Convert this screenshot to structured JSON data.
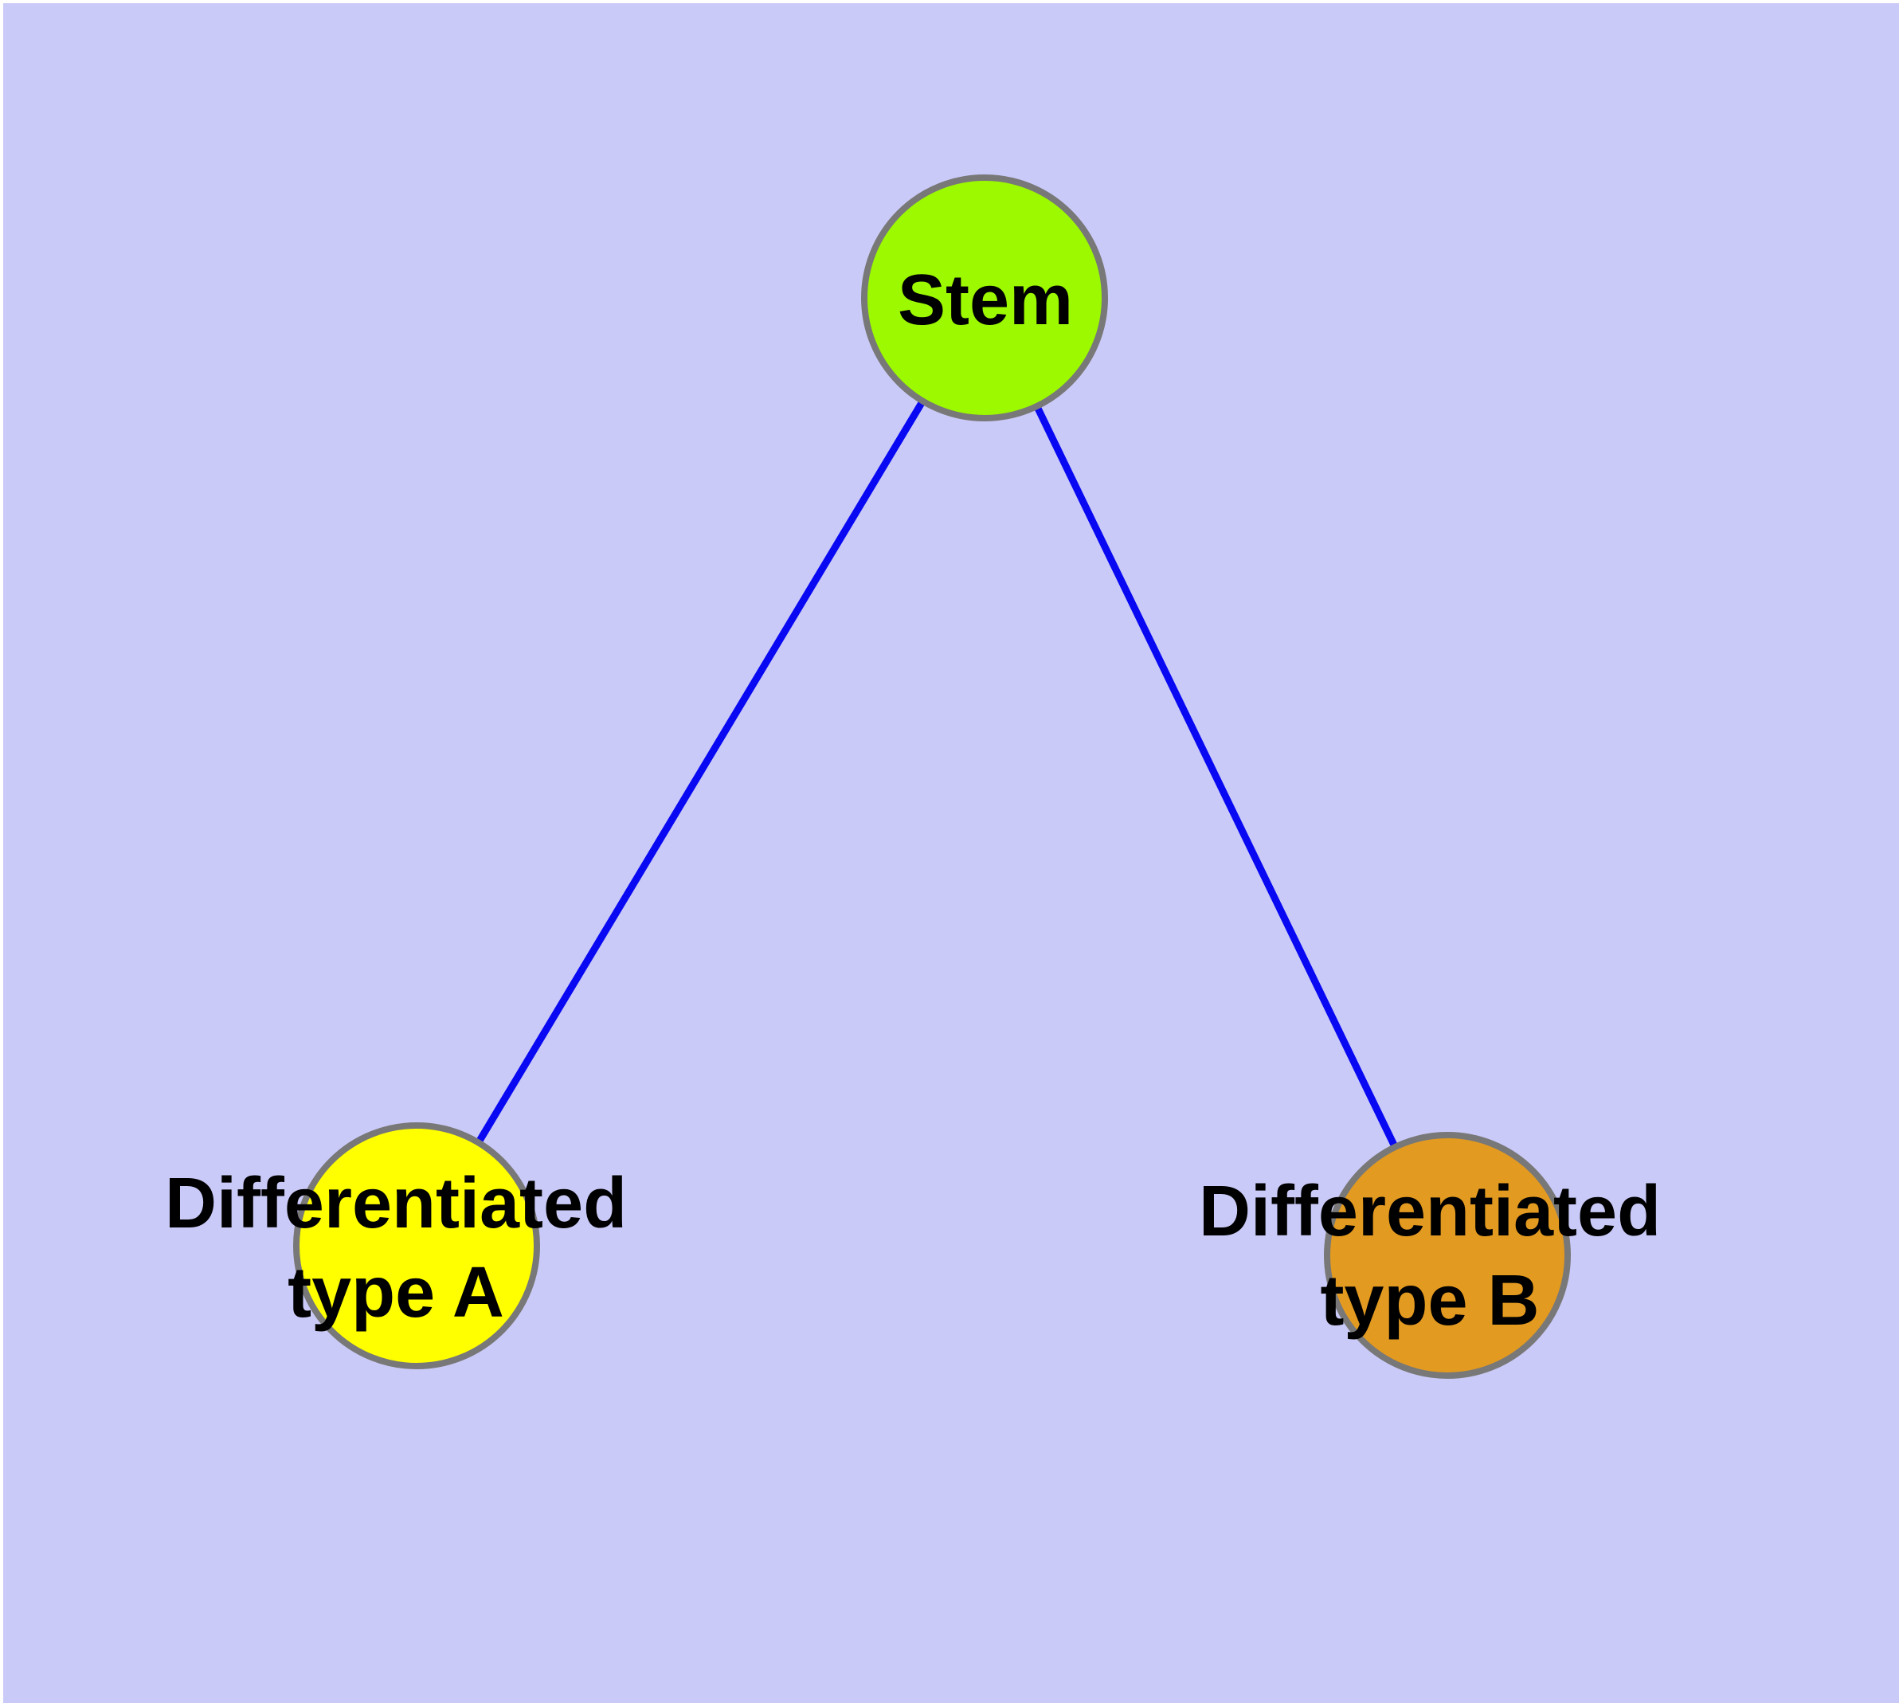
{
  "diagram": {
    "title": "",
    "background_color": "#CACAF8",
    "frame_color": "#FFFFFF",
    "edge_color": "#0808F2",
    "node_border_color": "#787878",
    "label_color": "#000000",
    "nodes": [
      {
        "id": "stem",
        "lines": [
          "Stem"
        ],
        "color": "#9CF900",
        "shape": "circle"
      },
      {
        "id": "differentiated-type-a",
        "lines": [
          "Differentiated",
          "type A"
        ],
        "color": "#FFFF00",
        "shape": "circle"
      },
      {
        "id": "differentiated-type-b",
        "lines": [
          "Differentiated",
          "type B"
        ],
        "color": "#E39A20",
        "shape": "circle"
      }
    ],
    "edges": [
      {
        "from": "stem",
        "to": "differentiated-type-a"
      },
      {
        "from": "stem",
        "to": "differentiated-type-b"
      }
    ]
  }
}
